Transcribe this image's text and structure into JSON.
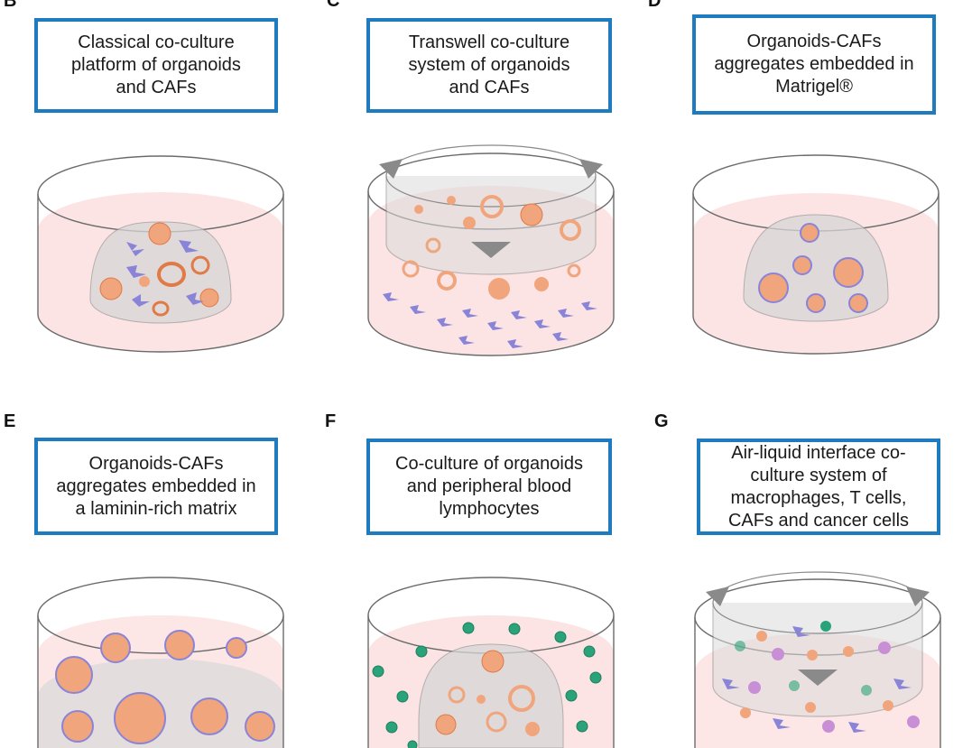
{
  "colors": {
    "box_border": "#1f7bbf",
    "medium_pink": "#fbdfdf",
    "matrigel_grey": "#dcdcdc",
    "organoid_orange": "#f0a57c",
    "caf_purple": "#8a84d8",
    "lymphocyte_green": "#2aa37a",
    "macrophage_violet": "#c98fd6",
    "arrow_grey": "#8a8a8a",
    "dish_outline": "#6b6b6b"
  },
  "panels": [
    {
      "letter": "B",
      "caption": "Classical co-culture\nplatform of organoids\nand CAFs",
      "scene": "dome-mixed"
    },
    {
      "letter": "C",
      "caption": "Transwell co-culture\nsystem of organoids\nand CAFs",
      "scene": "transwell-cafs"
    },
    {
      "letter": "D",
      "caption": "Organoids-CAFs\naggregates embedded in\nMatrigel®",
      "scene": "dome-aggregates"
    },
    {
      "letter": "E",
      "caption": "Organoids-CAFs\naggregates embedded in\na laminin-rich matrix",
      "scene": "laminin-layer"
    },
    {
      "letter": "F",
      "caption": "Co-culture of organoids\nand peripheral blood\nlymphocytes",
      "scene": "dome-lymphocytes"
    },
    {
      "letter": "G",
      "caption": "Air-liquid interface co-\nculture system of\nmacrophages, T cells,\nCAFs and cancer cells",
      "scene": "air-liquid-interface"
    }
  ]
}
